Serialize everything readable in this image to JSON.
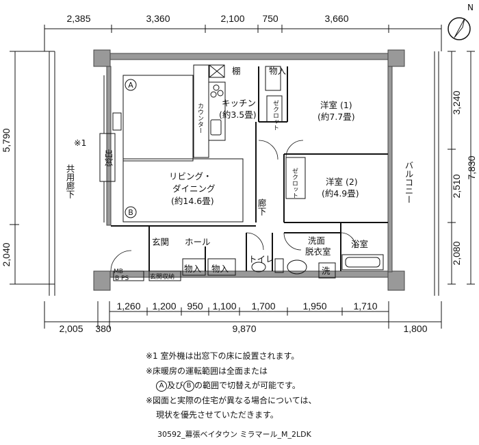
{
  "dimensions": {
    "top": [
      "2,385",
      "3,360",
      "2,100",
      "750",
      "3,660"
    ],
    "bottom_upper": [
      "1,260",
      "1,200",
      "950",
      "1,100",
      "1,700",
      "1,950",
      "1,710"
    ],
    "bottom_lower": [
      "2,005",
      "380",
      "9,870",
      "1,800"
    ],
    "left": [
      "5,790",
      "2,040"
    ],
    "right_inner": [
      "3,240",
      "2,510",
      "2,080"
    ],
    "right_outer": "7,830"
  },
  "compass": "N",
  "rooms": {
    "shelf": "棚",
    "storage_top": "物入",
    "kitchen": "キッチン",
    "kitchen_size": "(約3.5畳)",
    "counter": "カウンター",
    "closet1": "ゼクロット",
    "western1": "洋室 (1)",
    "western1_size": "(約7.7畳)",
    "western2": "洋室 (2)",
    "western2_size": "(約4.9畳)",
    "closet2": "ゼクロット",
    "living1": "リビング・",
    "living2": "ダイニング",
    "living_size": "(約14.6畳)",
    "marker_a": "A",
    "marker_b": "B",
    "note_mark": "※1",
    "window": "出窓",
    "common_corridor": "共用廊下",
    "hallway": "廊下",
    "entrance": "玄関",
    "hall": "ホール",
    "storage_left": "物入",
    "storage_right": "物入",
    "toilet": "トイレ",
    "washroom1": "洗面",
    "washroom2": "脱衣室",
    "bathroom": "浴室",
    "washer": "洗",
    "mbps1": "MB",
    "mbps2": "B PS",
    "shoe_storage": "玄関収納",
    "balcony": "バルコニー"
  },
  "notes": {
    "line1": "※1 室外機は出窓下の床に設置されます。",
    "line2": "※床暖房の運転範囲は全面または",
    "line3_a": "A",
    "line3_mid": "及び",
    "line3_b": "B",
    "line3_end": "の範囲で切替えが可能です。",
    "line4": "※図面と実際の住宅が異なる場合については、",
    "line5": "現状を優先させていただきます。"
  },
  "caption": "30592_幕張ベイタウン ミラマール_M_2LDK"
}
